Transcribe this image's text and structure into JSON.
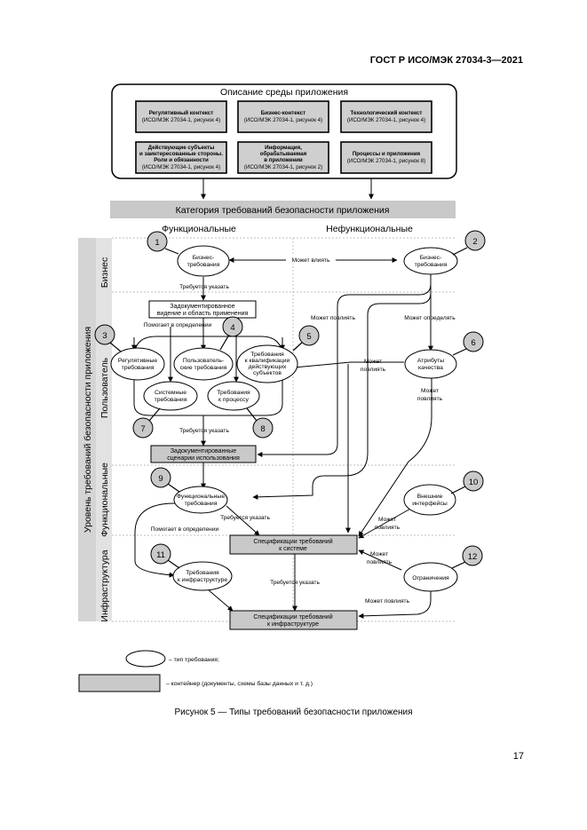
{
  "header": {
    "doc_code": "ГОСТ Р ИСО/МЭК 27034-3—2021"
  },
  "page_number": "17",
  "caption": "Рисунок 5 — Типы требований безопасности приложения",
  "env": {
    "title": "Описание среды приложения",
    "boxes": [
      {
        "title": "Регулятивный контекст",
        "ref": "(ИСО/МЭК 27034-1, рисунок 4)"
      },
      {
        "title": "Бизнес-контекст",
        "ref": "(ИСО/МЭК 27034-1, рисунок 4)"
      },
      {
        "title": "Технологический контекст",
        "ref": "(ИСО/МЭК 27034-1, рисунок 4)"
      },
      {
        "title1": "Действующие субъекты",
        "title2": "и заинтересованные стороны.",
        "title3": "Роли и обязанности",
        "ref": "(ИСО/МЭК 27034-1, рисунок 4)"
      },
      {
        "title1": "Информация,",
        "title2": "обрабатываемая",
        "title3": "в приложении",
        "ref": "(ИСО/МЭК 27034-1, рисунок 2)"
      },
      {
        "title": "Процессы и приложения",
        "ref": "(ИСО/МЭК 27034-1, рисунок 8)"
      }
    ]
  },
  "category_bar": "Категория требований безопасности приложения",
  "columns": {
    "functional": "Функциональные",
    "nonfunctional": "Нефункциональные"
  },
  "level_axis": "Уровень требований безопасности приложения",
  "levels": {
    "business": "Бизнес",
    "user": "Пользователь",
    "functional": "Функциональные",
    "infrastructure": "Инфраструктура"
  },
  "nodes": {
    "n1": {
      "num": "1",
      "l1": "Бизнес-",
      "l2": "требования"
    },
    "n2": {
      "num": "2",
      "l1": "Бизнес-",
      "l2": "требования"
    },
    "n3": {
      "num": "3",
      "l1": "Регулятивные",
      "l2": "требования"
    },
    "n4": {
      "num": "4",
      "l1": "Пользователь-",
      "l2": "ские требования"
    },
    "n5": {
      "num": "5",
      "l1": "Требования",
      "l2": "к квалификации",
      "l3": "действующих",
      "l4": "субъектов"
    },
    "n6": {
      "num": "6",
      "l1": "Атрибуты",
      "l2": "качества"
    },
    "n7": {
      "num": "7",
      "l1": "Системные",
      "l2": "требования"
    },
    "n8": {
      "num": "8",
      "l1": "Требования",
      "l2": "к процессу"
    },
    "n9": {
      "num": "9",
      "l1": "Функциональные",
      "l2": "требования"
    },
    "n10": {
      "num": "10",
      "l1": "Внешние",
      "l2": "интерфейсы"
    },
    "n11": {
      "num": "11",
      "l1": "Требования",
      "l2": "к инфраструктуре"
    },
    "n12": {
      "num": "12",
      "l1": "Ограничения"
    }
  },
  "containers": {
    "scope": {
      "l1": "Задокументированное",
      "l2": "видение и область применения"
    },
    "scenarios": {
      "l1": "Задокументированные",
      "l2": "сценарии использования"
    },
    "sys_spec": {
      "l1": "Спецификации требований",
      "l2": "к системе"
    },
    "infra_spec": {
      "l1": "Спецификации требований",
      "l2": "к инфраструктуре"
    }
  },
  "edges": {
    "may_affect": "Может влиять",
    "may_affect_l1": "Может",
    "may_affect_l2": "повлиять",
    "may_affect_long": "Может повлиять",
    "may_define": "Может определять",
    "requires": "Требуется указать",
    "helps_define": "Помогает в определении",
    "helps_define2": "Помогает в определении"
  },
  "legend": {
    "ellipse": "– тип требования;",
    "container": "– контейнер (документы, схемы базы данных и т. д.)"
  }
}
